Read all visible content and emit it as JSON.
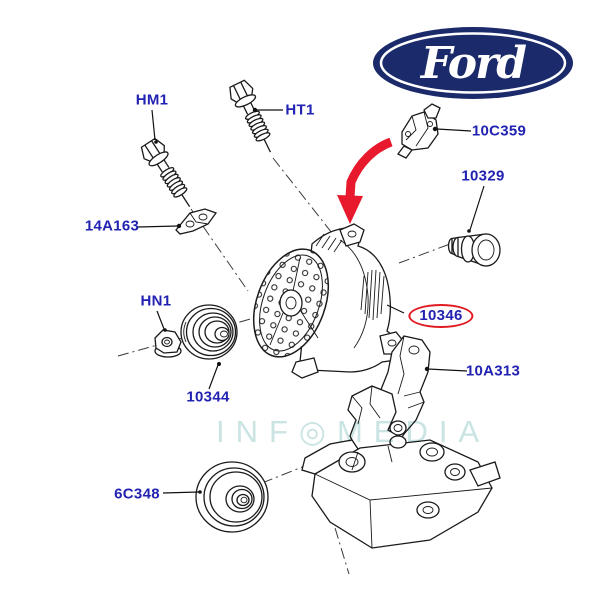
{
  "logo": {
    "brand": "Ford"
  },
  "watermark": {
    "text": "INF◎MEDIA"
  },
  "labels": {
    "hm1": "HM1",
    "ht1": "HT1",
    "c10c359": "10C359",
    "c10329": "10329",
    "c14a163": "14A163",
    "hn1": "HN1",
    "c10346": "10346",
    "c10a313": "10A313",
    "c10344": "10344",
    "c6c348": "6C348"
  },
  "highlight": {
    "part_number": "10346"
  },
  "colors": {
    "label_blue": "#2222b2",
    "highlight_red": "#e11b22",
    "arrow_red": "#e8192c",
    "logo_navy": "#1b2a6b",
    "watermark_teal": "#c9e4e2"
  }
}
